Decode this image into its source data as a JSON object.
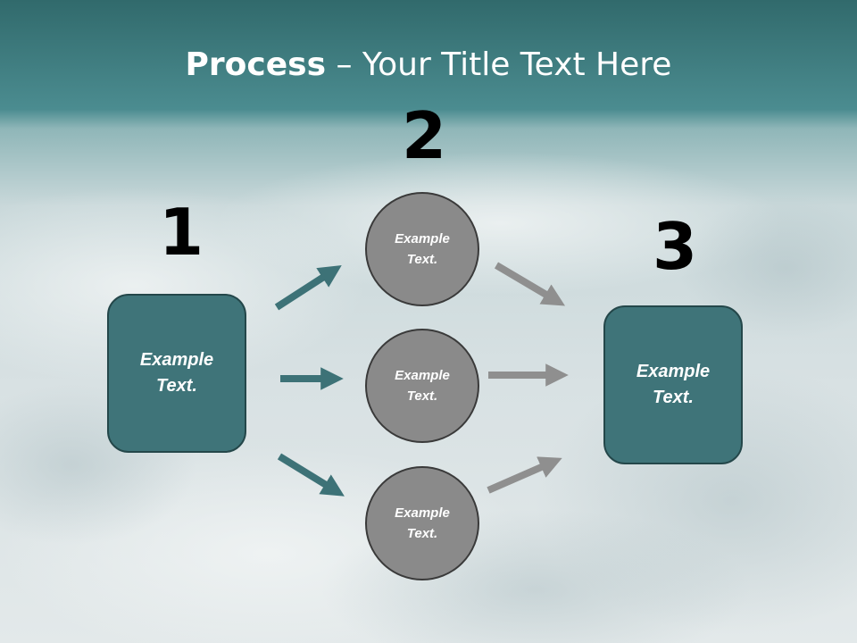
{
  "title": {
    "bold": "Process",
    "rest": " – Your Title Text Here"
  },
  "steps": {
    "one": "1",
    "two": "2",
    "three": "3"
  },
  "box_left": {
    "line1": "Example",
    "line2": "Text."
  },
  "box_right": {
    "line1": "Example",
    "line2": "Text."
  },
  "circles": [
    {
      "line1": "Example",
      "line2": "Text."
    },
    {
      "line1": "Example",
      "line2": "Text."
    },
    {
      "line1": "Example",
      "line2": "Text."
    }
  ],
  "colors": {
    "teal": "#3f7479",
    "circle_gray": "#8a8a8a",
    "arrow_teal": "#3d7277",
    "arrow_gray": "#8f8f8f"
  }
}
